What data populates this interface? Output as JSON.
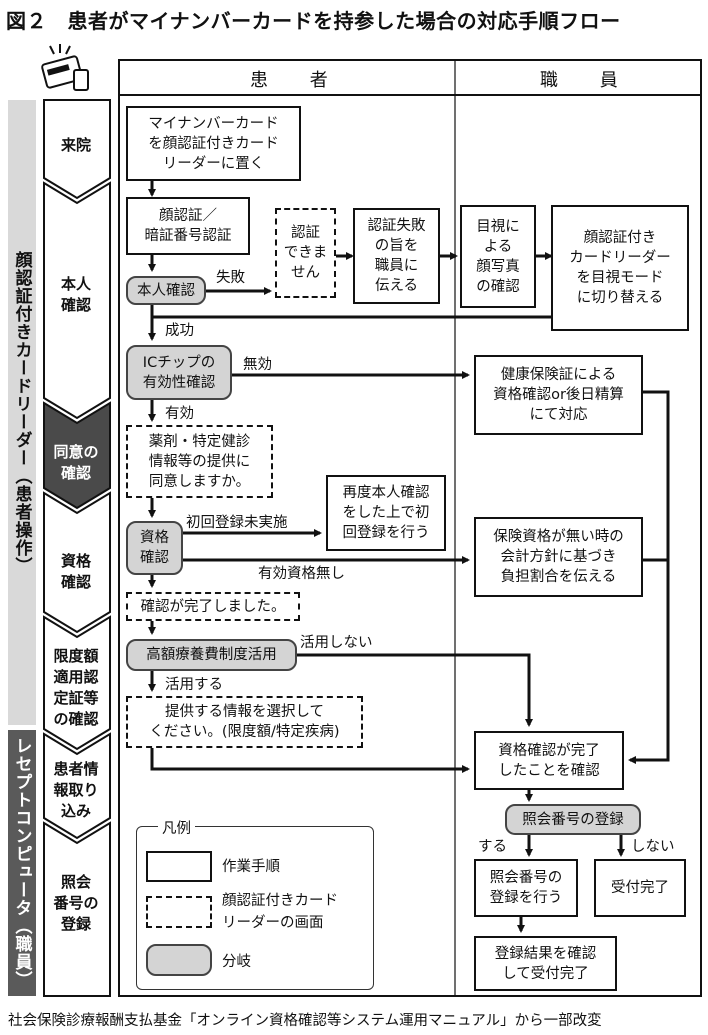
{
  "title": "図２　患者がマイナンバーカードを持参した場合の対応手順フロー",
  "source": "社会保険診療報酬支払基金「オンライン資格確認等システム運用マニュアル」から一部改変",
  "columns": {
    "patient": "患 者",
    "staff": "職 員"
  },
  "side_labels": {
    "reader": "顔認証付きカードリーダー（患者操作）",
    "receipt": "レセプトコンピュータ（職員）"
  },
  "stages": [
    "来院",
    "本人\n確認",
    "同意の\n確認",
    "資格\n確認",
    "限度額\n適用認\n定証等\nの確認",
    "患者情\n報取り\n込み",
    "照会\n番号の\n登録"
  ],
  "nodes": {
    "place_card": "マイナンバーカード\nを顔認証付きカード\nリーダーに置く",
    "auth": "顔認証／\n暗証番号認証",
    "cannot_auth": "認証\nできま\nせん",
    "tell_staff": "認証失敗\nの旨を\n職員に\n伝える",
    "visual_check": "目視に\nよる\n顔写真\nの確認",
    "switch_mode": "顔認証付き\nカードリーダー\nを目視モード\nに切り替える",
    "identity_check": "本人確認",
    "ic_check": "ICチップの\n有効性確認",
    "insurance_card": "健康保険証による\n資格確認or後日精算\nにて対応",
    "consent": "薬剤・特定健診\n情報等の提供に\n同意しますか。",
    "qual_check": "資格\n確認",
    "reauth": "再度本人確認\nをした上で初\n回登録を行う",
    "no_qual": "保険資格が無い時の\n会計方針に基づき\n負担割合を伝える",
    "check_done": "確認が完了しました。",
    "high_cost": "高額療養費制度活用",
    "select_info": "提供する情報を選択して\nください。(限度額/特定疾病)",
    "confirm_done": "資格確認が完了\nしたことを確認",
    "ref_register": "照会番号の登録",
    "do_register": "照会番号の\n登録を行う",
    "reception_done": "受付完了",
    "register_result": "登録結果を確認\nして受付完了"
  },
  "edge_labels": {
    "fail": "失敗",
    "success": "成功",
    "invalid": "無効",
    "valid": "有効",
    "first_not_done": "初回登録未実施",
    "no_valid_qual": "有効資格無し",
    "not_use": "活用しない",
    "use": "活用する",
    "do": "する",
    "dont": "しない"
  },
  "legend": {
    "title": "凡例",
    "work": "作業手順",
    "screen": "顔認証付きカード\nリーダーの画面",
    "branch": "分岐"
  },
  "icon": "card-reader-icon"
}
